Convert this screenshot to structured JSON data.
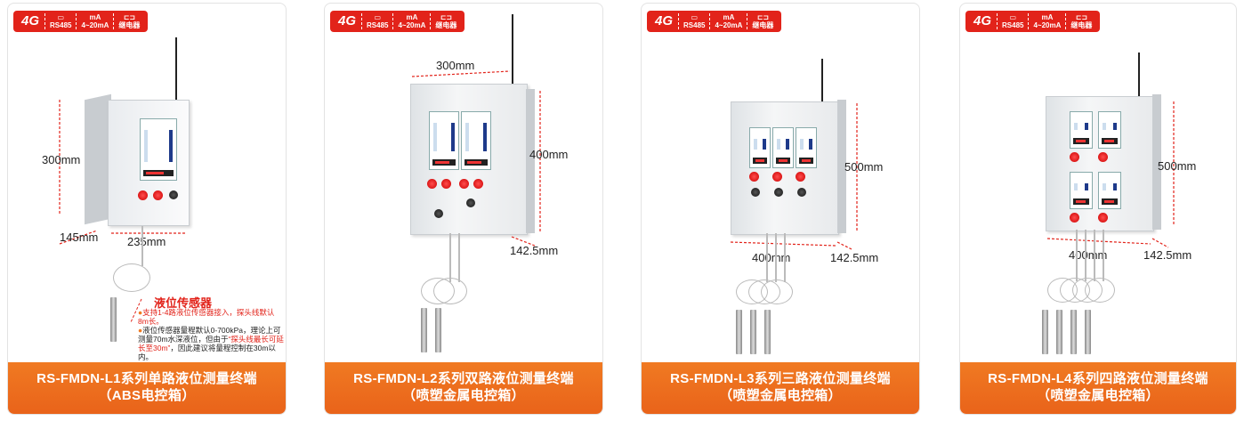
{
  "badges": {
    "net": "4G",
    "rs485": "RS485",
    "ma": "4~20mA",
    "relay": "继电器",
    "rs485_icon": "serial-port-icon",
    "ma_icon": "mA",
    "relay_icon": "relay-icon"
  },
  "products": [
    {
      "title": "RS-FMDN-L1系列单路液位测量终端",
      "subtitle": "（ABS电控箱）",
      "dims": {
        "height": "300mm",
        "depth": "145mm",
        "width": "235mm"
      }
    },
    {
      "title": "RS-FMDN-L2系列双路液位测量终端",
      "subtitle": "（喷塑金属电控箱）",
      "dims": {
        "width": "300mm",
        "height": "400mm",
        "depth": "142.5mm"
      }
    },
    {
      "title": "RS-FMDN-L3系列三路液位测量终端",
      "subtitle": "（喷塑金属电控箱）",
      "dims": {
        "height": "500mm",
        "width": "400mm",
        "depth": "142.5mm"
      }
    },
    {
      "title": "RS-FMDN-L4系列四路液位测量终端",
      "subtitle": "（喷塑金属电控箱）",
      "dims": {
        "height": "500mm",
        "width": "400mm",
        "depth": "142.5mm"
      }
    }
  ],
  "sensor_note": {
    "title": "液位传感器",
    "line1": "支持1-4路液位传感器接入，探头线默认8m长。",
    "line2a": "液位传感器量程默认0-700kPa，理论上可测量70m水深液位，但由于",
    "line2b": "“探头线最长可延长至30m”",
    "line2c": "，因此建议将量程控制在30m以内。"
  },
  "colors": {
    "accent": "#e2231a",
    "footer": "#ee6e1f"
  }
}
